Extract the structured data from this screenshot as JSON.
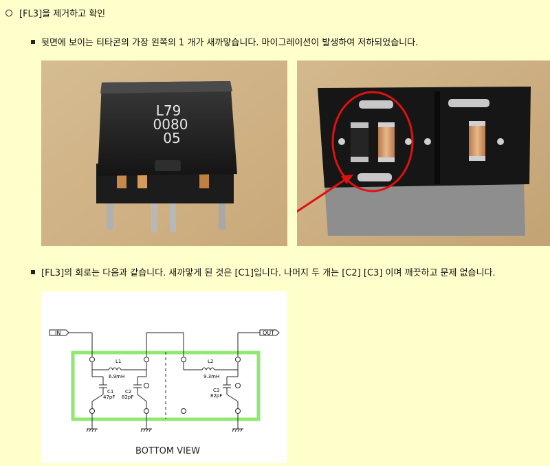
{
  "section": {
    "title": "[FL3]을 제거하고 확인"
  },
  "bullets": [
    "뒷면에 보이는 티타콘의 가장 왼쪽의 1 개가 새까맣습니다. 마이그레이션이 발생하여 저하되었습니다.",
    "[FL3]의 회로는 다음과 같습니다. 새까맣게 된 것은 [C1]입니다. 나머지 두 개는 [C2] [C3] 이며 깨끗하고 문제 없습니다."
  ],
  "photo_front": {
    "marking": [
      "L79",
      "0080",
      "05"
    ]
  },
  "circuit": {
    "in_label": "IN",
    "out_label": "OUT",
    "l1": "L1",
    "l1_value": "6.9mH",
    "l2": "L2",
    "l2_value": "9.3mH",
    "c1": "C1",
    "c1_value": "47pF",
    "c2": "C2",
    "c2_value": "82pF",
    "c3": "C3",
    "c3_value": "82pF",
    "caption": "BOTTOM VIEW"
  },
  "colors": {
    "background": "#ffffcc",
    "highlight_circle": "#e01010",
    "arrow": "#e01010",
    "board_outline": "#90e870"
  }
}
